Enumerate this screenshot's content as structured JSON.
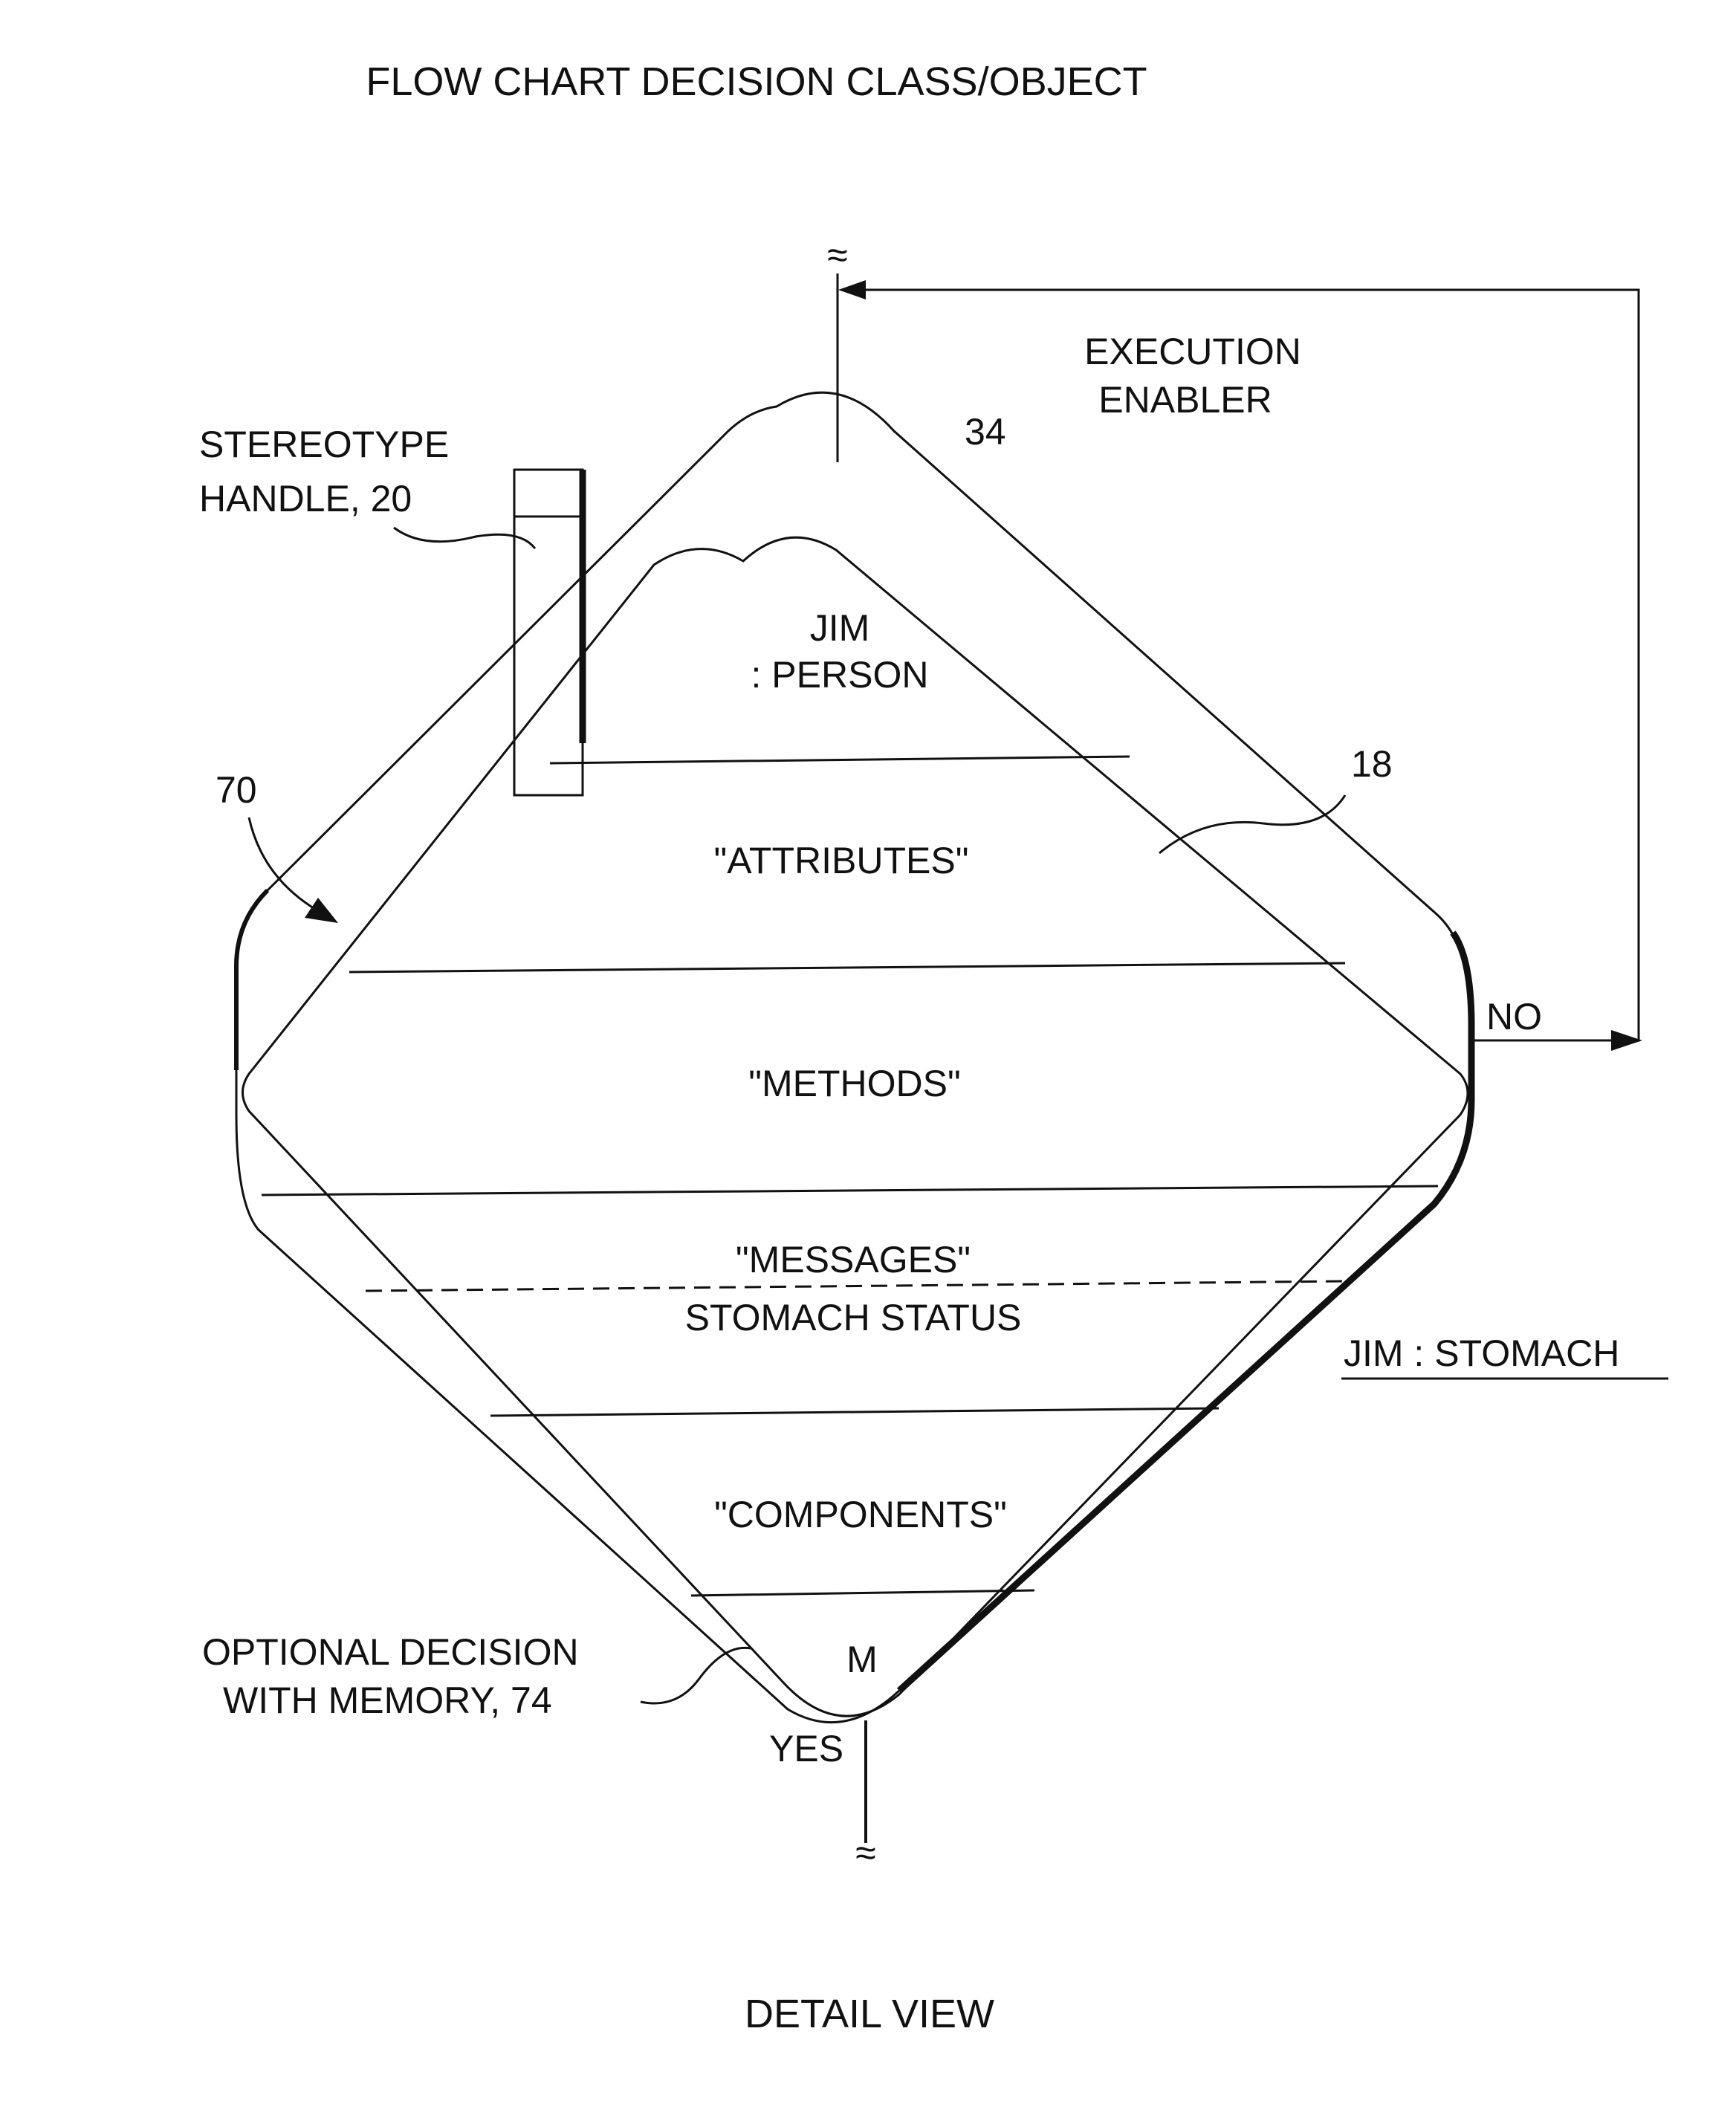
{
  "title": "FLOW CHART DECISION CLASS/OBJECT",
  "footer": "DETAIL VIEW",
  "colors": {
    "ink": "#111111",
    "paper": "#ffffff"
  },
  "labels": {
    "execution_enabler_line1": "EXECUTION",
    "execution_enabler_line2": "ENABLER",
    "ref_34": "34",
    "stereotype_handle_line1": "STEREOTYPE",
    "stereotype_handle_line2": "HANDLE, 20",
    "ref_70": "70",
    "ref_18": "18",
    "no": "NO",
    "yes": "YES",
    "jim_stomach": "JIM : STOMACH",
    "optional_decision_line1": "OPTIONAL DECISION",
    "optional_decision_line2": "WITH MEMORY, 74"
  },
  "compartments": {
    "name_line1": "JIM",
    "name_line2": ": PERSON",
    "attributes": "\"ATTRIBUTES\"",
    "methods": "\"METHODS\"",
    "messages": "\"MESSAGES\"",
    "stomach_status": "STOMACH STATUS",
    "components": "\"COMPONENTS\"",
    "memory": "M"
  },
  "connectors": {
    "break_top": "≈",
    "break_bottom": "≈"
  }
}
